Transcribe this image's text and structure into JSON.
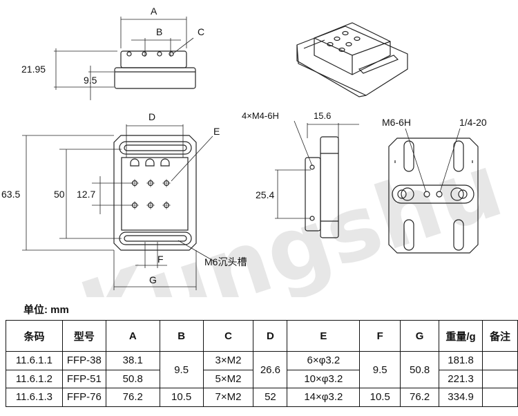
{
  "watermark": "Kungshu",
  "top_view": {
    "A": "A",
    "B": "B",
    "C": "C",
    "h1": "21.95",
    "h2": "9.5"
  },
  "iso_view": {},
  "front_view": {
    "D": "D",
    "E": "E",
    "F": "F",
    "G": "G",
    "h_total": "63.5",
    "h_mid": "50",
    "pitch": "12.7",
    "slot": "M6沉头槽"
  },
  "side_view": {
    "holes": "4×M4-6H",
    "width": "15.6",
    "pitch": "25.4"
  },
  "back_view": {
    "thread1": "M6-6H",
    "thread2": "1/4-20"
  },
  "unit_label": "单位: mm",
  "table": {
    "headers": [
      "条码",
      "型号",
      "A",
      "B",
      "C",
      "D",
      "E",
      "F",
      "G",
      "重量/g",
      "备注"
    ],
    "rows": [
      {
        "code": "11.6.1.1",
        "model": "FFP-38",
        "A": "38.1",
        "C": "3×M2",
        "E": "6×φ3.2",
        "weight": "181.8",
        "note": ""
      },
      {
        "code": "11.6.1.2",
        "model": "FFP-51",
        "A": "50.8",
        "C": "5×M2",
        "E": "10×φ3.2",
        "weight": "221.3",
        "note": ""
      },
      {
        "code": "11.6.1.3",
        "model": "FFP-76",
        "A": "76.2",
        "B": "10.5",
        "C": "7×M2",
        "D": "52",
        "E": "14×φ3.2",
        "F": "10.5",
        "G": "76.2",
        "weight": "334.9",
        "note": ""
      }
    ],
    "merged": {
      "B_12": "9.5",
      "D_12": "26.6",
      "F_12": "9.5",
      "G_12": "50.8"
    }
  }
}
